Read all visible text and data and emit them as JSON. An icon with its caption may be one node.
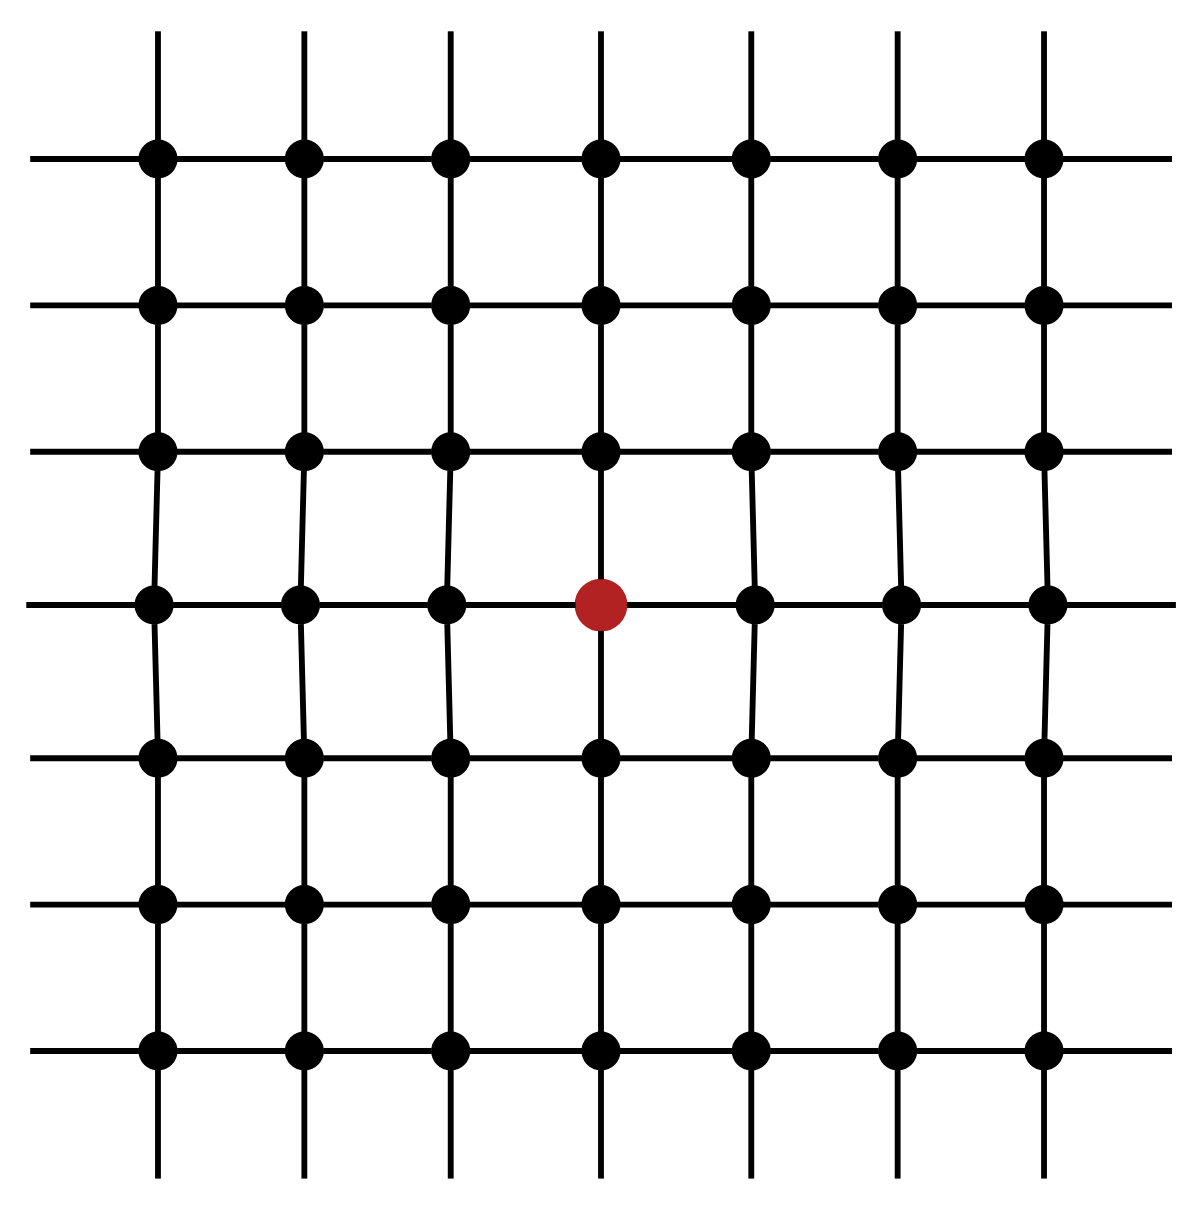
{
  "diagram": {
    "nodes": [
      {
        "text": [],
        "shape": "circle"
      },
      {
        "text": [],
        "shape": "circle"
      },
      {
        "text": [],
        "shape": "circle"
      },
      {
        "text": [],
        "shape": "circle"
      },
      {
        "text": [],
        "shape": "circle"
      },
      {
        "text": [],
        "shape": "circle"
      },
      {
        "text": [],
        "shape": "circle"
      },
      {
        "text": [],
        "shape": "circle"
      },
      {
        "text": [],
        "shape": "circle"
      },
      {
        "text": [],
        "shape": "circle"
      },
      {
        "text": [],
        "shape": "circle"
      },
      {
        "text": [],
        "shape": "circle"
      },
      {
        "text": [],
        "shape": "circle"
      },
      {
        "text": [],
        "shape": "circle"
      },
      {
        "text": [],
        "shape": "circle"
      },
      {
        "text": [],
        "shape": "circle"
      },
      {
        "text": [],
        "shape": "circle"
      },
      {
        "text": [],
        "shape": "circle"
      },
      {
        "text": [],
        "shape": "circle"
      },
      {
        "text": [],
        "shape": "circle"
      },
      {
        "text": [],
        "shape": "circle"
      },
      {
        "text": [],
        "shape": "circle"
      },
      {
        "text": [],
        "shape": "circle"
      },
      {
        "text": [],
        "shape": "circle"
      },
      {
        "text": [],
        "shape": "circle"
      },
      {
        "text": [],
        "shape": "circle"
      },
      {
        "text": [],
        "shape": "circle"
      },
      {
        "text": [],
        "shape": "circle"
      },
      {
        "text": [],
        "shape": "circle"
      },
      {
        "text": [],
        "shape": "circle"
      },
      {
        "text": [],
        "shape": "circle"
      },
      {
        "text": [],
        "shape": "circle"
      },
      {
        "text": [],
        "shape": "circle"
      },
      {
        "text": [],
        "shape": "circle"
      },
      {
        "text": [],
        "shape": "circle"
      },
      {
        "text": [],
        "shape": "circle"
      },
      {
        "text": [],
        "shape": "circle"
      },
      {
        "text": [],
        "shape": "circle"
      },
      {
        "text": [],
        "shape": "circle"
      },
      {
        "text": [],
        "shape": "circle"
      },
      {
        "text": [],
        "shape": "circle"
      },
      {
        "text": [],
        "shape": "circle"
      },
      {
        "text": [],
        "shape": "circle"
      },
      {
        "text": [],
        "shape": "circle"
      },
      {
        "text": [],
        "shape": "circle"
      },
      {
        "text": [],
        "shape": "circle"
      },
      {
        "text": [],
        "shape": "circle"
      },
      {
        "text": [],
        "shape": "circle"
      },
      {
        "text": [],
        "shape": "circle"
      }
    ],
    "edges": [
      {
        "from": 0,
        "to": 1,
        "arrow": "none"
      },
      {
        "from": 1,
        "to": 2,
        "arrow": "none"
      },
      {
        "from": 2,
        "to": 3,
        "arrow": "none"
      },
      {
        "from": 3,
        "to": 4,
        "arrow": "none"
      },
      {
        "from": 4,
        "to": 5,
        "arrow": "none"
      },
      {
        "from": 5,
        "to": 6,
        "arrow": "none"
      },
      {
        "from": 7,
        "to": 8,
        "arrow": "none"
      },
      {
        "from": 8,
        "to": 9,
        "arrow": "none"
      },
      {
        "from": 9,
        "to": 10,
        "arrow": "none"
      },
      {
        "from": 10,
        "to": 11,
        "arrow": "none"
      },
      {
        "from": 11,
        "to": 12,
        "arrow": "none"
      },
      {
        "from": 12,
        "to": 13,
        "arrow": "none"
      },
      {
        "from": 14,
        "to": 15,
        "arrow": "none"
      },
      {
        "from": 15,
        "to": 16,
        "arrow": "none"
      },
      {
        "from": 16,
        "to": 17,
        "arrow": "none"
      },
      {
        "from": 17,
        "to": 18,
        "arrow": "none"
      },
      {
        "from": 18,
        "to": 19,
        "arrow": "none"
      },
      {
        "from": 19,
        "to": 20,
        "arrow": "none"
      },
      {
        "from": 21,
        "to": 22,
        "arrow": "none"
      },
      {
        "from": 22,
        "to": 23,
        "arrow": "none"
      },
      {
        "from": 23,
        "to": 24,
        "arrow": "none"
      },
      {
        "from": 24,
        "to": 25,
        "arrow": "none"
      },
      {
        "from": 25,
        "to": 26,
        "arrow": "none"
      },
      {
        "from": 26,
        "to": 27,
        "arrow": "none"
      },
      {
        "from": 28,
        "to": 29,
        "arrow": "none"
      },
      {
        "from": 29,
        "to": 30,
        "arrow": "none"
      },
      {
        "from": 30,
        "to": 31,
        "arrow": "none"
      },
      {
        "from": 31,
        "to": 32,
        "arrow": "none"
      },
      {
        "from": 32,
        "to": 33,
        "arrow": "none"
      },
      {
        "from": 33,
        "to": 34,
        "arrow": "none"
      },
      {
        "from": 35,
        "to": 36,
        "arrow": "none"
      },
      {
        "from": 36,
        "to": 37,
        "arrow": "none"
      },
      {
        "from": 37,
        "to": 38,
        "arrow": "none"
      },
      {
        "from": 38,
        "to": 39,
        "arrow": "none"
      },
      {
        "from": 39,
        "to": 40,
        "arrow": "none"
      },
      {
        "from": 40,
        "to": 41,
        "arrow": "none"
      },
      {
        "from": 42,
        "to": 43,
        "arrow": "none"
      },
      {
        "from": 43,
        "to": 44,
        "arrow": "none"
      },
      {
        "from": 44,
        "to": 45,
        "arrow": "none"
      },
      {
        "from": 45,
        "to": 46,
        "arrow": "none"
      },
      {
        "from": 46,
        "to": 47,
        "arrow": "none"
      },
      {
        "from": 47,
        "to": 48,
        "arrow": "none"
      },
      {
        "from": 0,
        "to": 7,
        "arrow": "none"
      },
      {
        "from": 1,
        "to": 8,
        "arrow": "none"
      },
      {
        "from": 2,
        "to": 9,
        "arrow": "none"
      },
      {
        "from": 3,
        "to": 10,
        "arrow": "none"
      },
      {
        "from": 4,
        "to": 11,
        "arrow": "none"
      },
      {
        "from": 5,
        "to": 12,
        "arrow": "none"
      },
      {
        "from": 6,
        "to": 13,
        "arrow": "none"
      },
      {
        "from": 7,
        "to": 14,
        "arrow": "none"
      },
      {
        "from": 8,
        "to": 15,
        "arrow": "none"
      },
      {
        "from": 9,
        "to": 16,
        "arrow": "none"
      },
      {
        "from": 10,
        "to": 17,
        "arrow": "none"
      },
      {
        "from": 11,
        "to": 18,
        "arrow": "none"
      },
      {
        "from": 12,
        "to": 19,
        "arrow": "none"
      },
      {
        "from": 13,
        "to": 20,
        "arrow": "none"
      },
      {
        "from": 14,
        "to": 21,
        "arrow": "none"
      },
      {
        "from": 15,
        "to": 22,
        "arrow": "none"
      },
      {
        "from": 16,
        "to": 23,
        "arrow": "none"
      },
      {
        "from": 17,
        "to": 24,
        "arrow": "none"
      },
      {
        "from": 18,
        "to": 25,
        "arrow": "none"
      },
      {
        "from": 19,
        "to": 26,
        "arrow": "none"
      },
      {
        "from": 20,
        "to": 27,
        "arrow": "none"
      },
      {
        "from": 21,
        "to": 28,
        "arrow": "none"
      },
      {
        "from": 22,
        "to": 29,
        "arrow": "none"
      },
      {
        "from": 23,
        "to": 30,
        "arrow": "none"
      },
      {
        "from": 24,
        "to": 31,
        "arrow": "none"
      },
      {
        "from": 25,
        "to": 32,
        "arrow": "none"
      },
      {
        "from": 26,
        "to": 33,
        "arrow": "none"
      },
      {
        "from": 27,
        "to": 34,
        "arrow": "none"
      },
      {
        "from": 28,
        "to": 35,
        "arrow": "none"
      },
      {
        "from": 29,
        "to": 36,
        "arrow": "none"
      },
      {
        "from": 30,
        "to": 37,
        "arrow": "none"
      },
      {
        "from": 31,
        "to": 38,
        "arrow": "none"
      },
      {
        "from": 32,
        "to": 39,
        "arrow": "none"
      },
      {
        "from": 33,
        "to": 40,
        "arrow": "none"
      },
      {
        "from": 34,
        "to": 41,
        "arrow": "none"
      },
      {
        "from": 35,
        "to": 42,
        "arrow": "none"
      },
      {
        "from": 36,
        "to": 43,
        "arrow": "none"
      },
      {
        "from": 37,
        "to": 44,
        "arrow": "none"
      },
      {
        "from": 38,
        "to": 45,
        "arrow": "none"
      },
      {
        "from": 39,
        "to": 46,
        "arrow": "none"
      },
      {
        "from": 40,
        "to": 47,
        "arrow": "none"
      },
      {
        "from": 41,
        "to": 48,
        "arrow": "none"
      },
      {
        "from": null,
        "to": 0,
        "arrow": "none"
      },
      {
        "from": null,
        "to": 1,
        "arrow": "none"
      },
      {
        "from": null,
        "to": 2,
        "arrow": "none"
      },
      {
        "from": null,
        "to": 3,
        "arrow": "none"
      },
      {
        "from": null,
        "to": 4,
        "arrow": "none"
      },
      {
        "from": null,
        "to": 5,
        "arrow": "none"
      },
      {
        "from": null,
        "to": 6,
        "arrow": "none"
      },
      {
        "from": 42,
        "to": null,
        "arrow": "none"
      },
      {
        "from": 43,
        "to": null,
        "arrow": "none"
      },
      {
        "from": 44,
        "to": null,
        "arrow": "none"
      },
      {
        "from": 45,
        "to": null,
        "arrow": "none"
      },
      {
        "from": 46,
        "to": null,
        "arrow": "none"
      },
      {
        "from": 47,
        "to": null,
        "arrow": "none"
      },
      {
        "from": 48,
        "to": null,
        "arrow": "none"
      },
      {
        "from": null,
        "to": 0,
        "arrow": "none"
      },
      {
        "from": null,
        "to": 7,
        "arrow": "none"
      },
      {
        "from": null,
        "to": 14,
        "arrow": "none"
      },
      {
        "from": null,
        "to": 21,
        "arrow": "none"
      },
      {
        "from": null,
        "to": 28,
        "arrow": "none"
      },
      {
        "from": null,
        "to": 35,
        "arrow": "none"
      },
      {
        "from": null,
        "to": 42,
        "arrow": "none"
      },
      {
        "from": 6,
        "to": null,
        "arrow": "none"
      },
      {
        "from": 13,
        "to": null,
        "arrow": "none"
      },
      {
        "from": 20,
        "to": null,
        "arrow": "none"
      },
      {
        "from": 27,
        "to": null,
        "arrow": "none"
      },
      {
        "from": 34,
        "to": null,
        "arrow": "none"
      },
      {
        "from": 41,
        "to": null,
        "arrow": "none"
      },
      {
        "from": 48,
        "to": null,
        "arrow": "none"
      }
    ]
  }
}
